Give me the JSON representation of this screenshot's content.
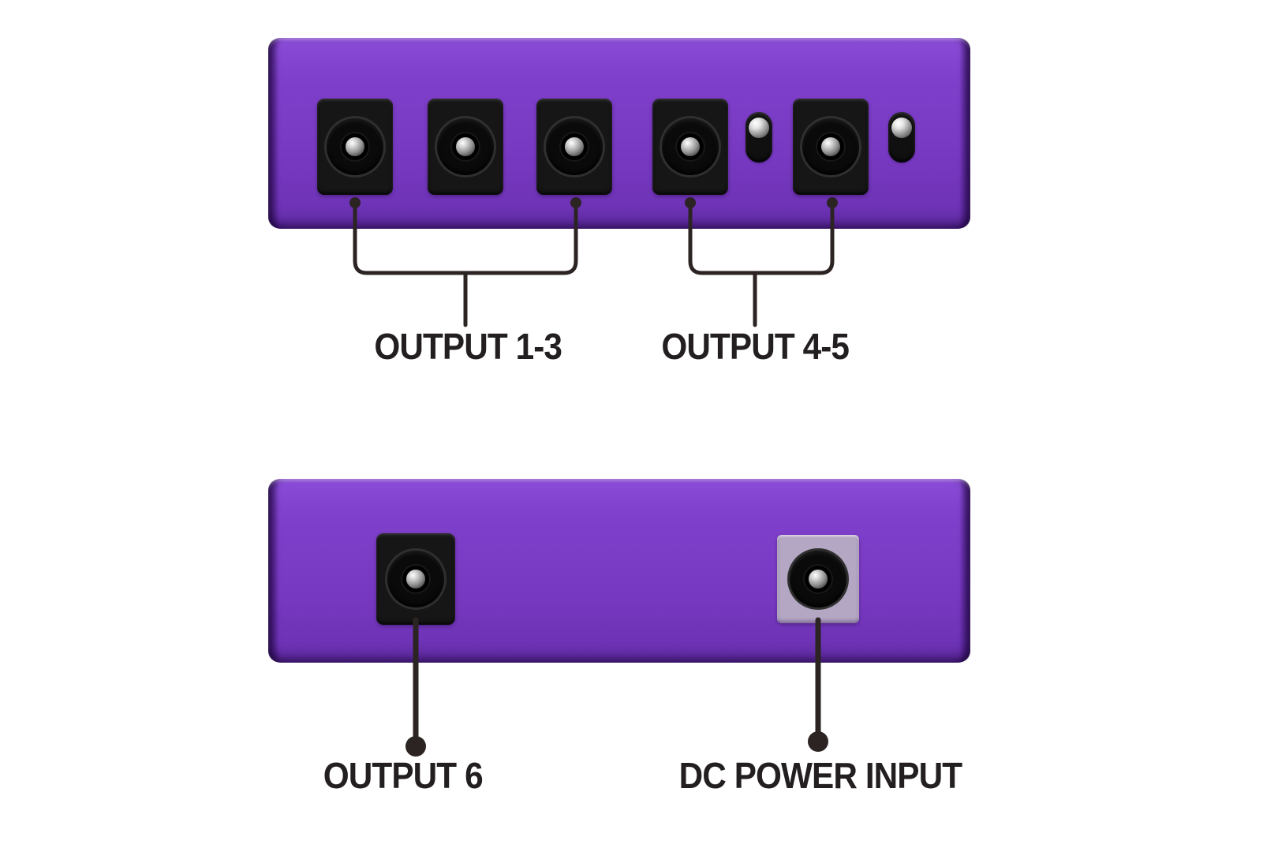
{
  "figure": {
    "type": "product-connection-diagram",
    "panels": [
      {
        "id": "rear-panel",
        "jack_count": 5,
        "thumbscrew_count": 2,
        "callout_labels": [
          "OUTPUT 1-3",
          "OUTPUT 4-5"
        ]
      },
      {
        "id": "side-panel",
        "jack_count": 2,
        "callout_labels": [
          "OUTPUT 6",
          "DC POWER INPUT"
        ]
      }
    ]
  },
  "labels": {
    "output_1_3": "OUTPUT 1-3",
    "output_4_5": "OUTPUT 4-5",
    "output_6": "OUTPUT 6",
    "dc_power_input": "DC POWER INPUT"
  },
  "colors": {
    "background": "#ffffff",
    "body_purple": "#7b3cc6",
    "body_edge_dark": "#4f2391",
    "jack_black": "#161616",
    "jack_ring_gray": "#2f2f2f",
    "pin_metal": "#cfcfcf",
    "input_plate_gray": "#b4a7c3",
    "callout_line": "#2b2423",
    "label_text": "#231f20"
  }
}
